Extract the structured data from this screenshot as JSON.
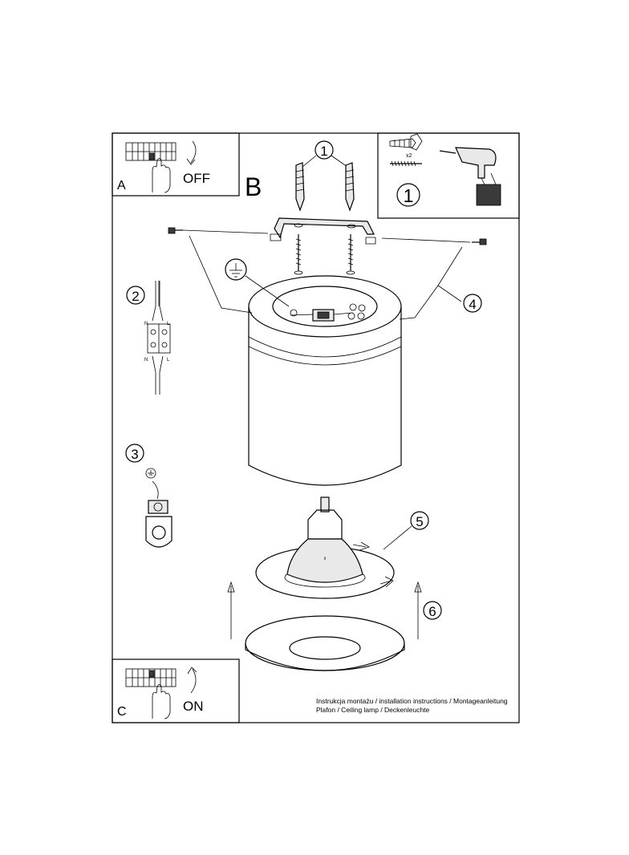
{
  "panels": {
    "a": {
      "letter": "A",
      "state": "OFF"
    },
    "b": {
      "letter": "B"
    },
    "c": {
      "letter": "C",
      "state": "ON"
    }
  },
  "tools": {
    "count": "x2",
    "step": "1"
  },
  "steps": {
    "s1": "1",
    "s2": "2",
    "s3": "3",
    "s4": "4",
    "s5": "5",
    "s6": "6"
  },
  "wiring": {
    "n_top": "N",
    "l_top": "L",
    "n_bottom": "N",
    "l_bottom": "L"
  },
  "caption": {
    "line1": "Instrukcja montażu / installation instructions / Montageanleitung",
    "line2": "Plafon / Ceiling lamp / Deckenleuchte"
  }
}
